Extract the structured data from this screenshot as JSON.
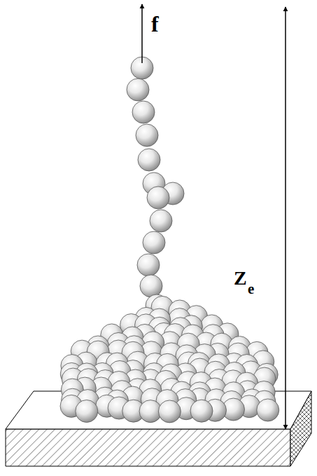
{
  "diagram": {
    "labels": [
      "f",
      "Z",
      "e"
    ]
  }
}
